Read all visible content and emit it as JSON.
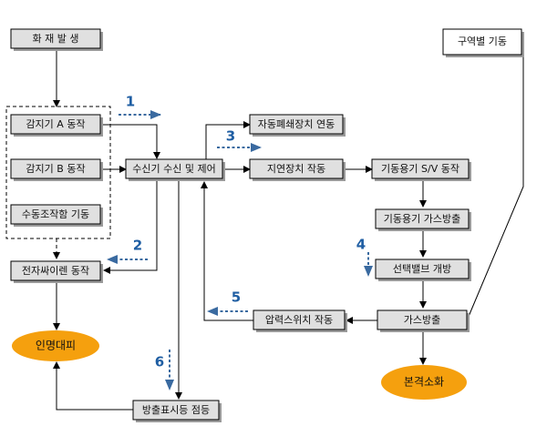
{
  "nodes": {
    "fire": "화 재 발 생",
    "sensor_a": "감지기 A  동작",
    "sensor_b": "감지기 B  동작",
    "manual": "수동조작함  기동",
    "control": "수신기 수신 및 제어",
    "auto_close": "자동폐쇄장치 연동",
    "delay": "지연장치  작동",
    "cylinder_sv": "기동용기 S/V 동작",
    "cylinder_gas": "기동용기 가스방출",
    "selector": "선택밸브  개방",
    "gas_release": "가스방출",
    "pressure_switch": "압력스위치 작동",
    "siren": "전자싸이렌 동작",
    "evacuate": "인명대피",
    "indicator": "방출표시등 점등",
    "extinguish": "본격소화",
    "zone": "구역별  기동"
  },
  "step_numbers": [
    "1",
    "2",
    "3",
    "4",
    "5",
    "6"
  ],
  "colors": {
    "box_fill": "#e0e0e0",
    "ellipse_fill": "#f5a00e",
    "step_arrow": "#3a6aa0",
    "step_number": "#1f5ea3"
  }
}
